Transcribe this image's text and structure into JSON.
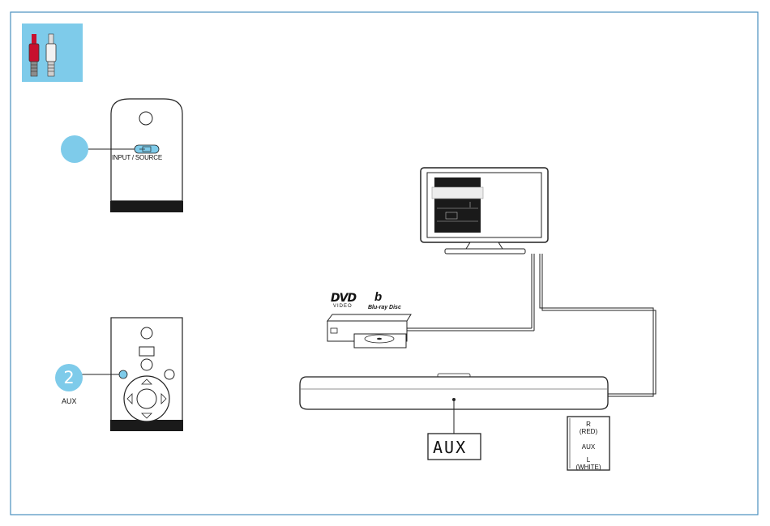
{
  "remote_top": {
    "button_label": "INPUT / SOURCE"
  },
  "remote_bottom": {
    "step_number": "2",
    "button_caption": "AUX"
  },
  "discs": {
    "dvd": "DVD",
    "dvd_sub": "VIDEO",
    "bluray_mark": "b",
    "bluray": "Blu-ray Disc"
  },
  "soundbar": {
    "display_text": "AUX"
  },
  "jack_panel": {
    "r_label": "R\n(RED)",
    "aux_label": "AUX",
    "l_label": "L\n(WHITE)"
  },
  "colors": {
    "accent": "#7ecbea",
    "frame": "#4a8fbd",
    "plug_red": "#c8102e",
    "plug_white": "#e8e8e8",
    "dark": "#1a1a1a"
  },
  "icons": [
    "rca-cable-icon",
    "source-icon",
    "tv-icon",
    "disc-player-icon",
    "soundbar-icon"
  ]
}
